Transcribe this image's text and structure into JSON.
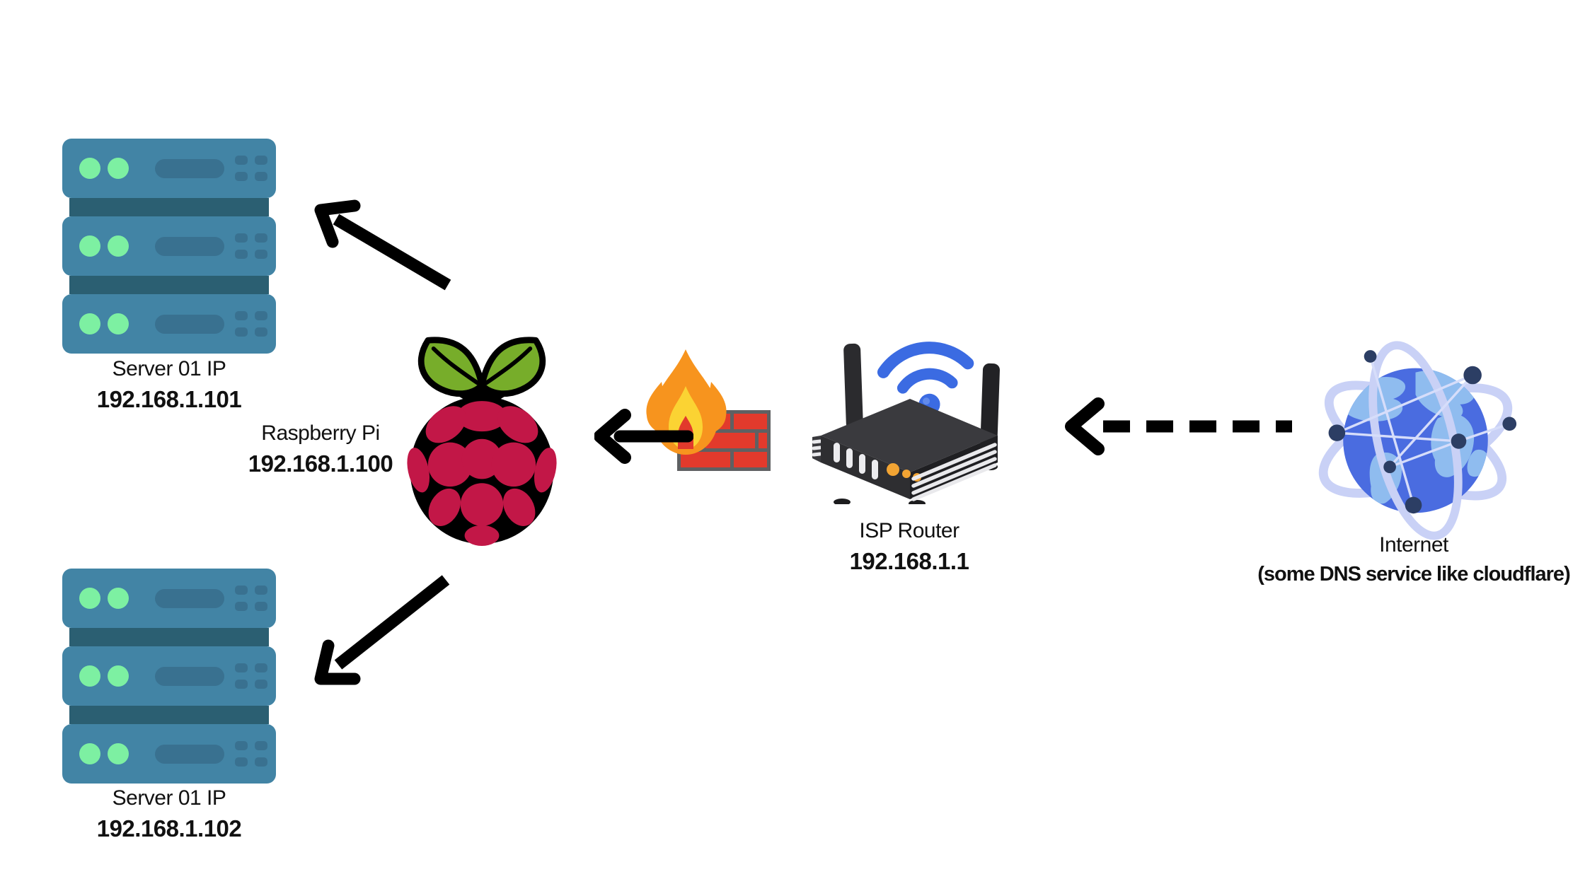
{
  "diagram_type": "network-topology",
  "nodes": {
    "server_top": {
      "name": "Server 01 IP",
      "ip": "192.168.1.101"
    },
    "server_bottom": {
      "name": "Server 01 IP",
      "ip": "192.168.1.102"
    },
    "raspberry_pi": {
      "name": "Raspberry Pi",
      "ip": "192.168.1.100"
    },
    "isp_router": {
      "name": "ISP Router",
      "ip": "192.168.1.1"
    },
    "internet": {
      "name": "Internet",
      "sublabel": "(some DNS service like cloudflare)"
    },
    "firewall": {
      "icon": "firewall-icon"
    }
  },
  "icons": {
    "server": "server-rack-icon",
    "raspberry": "raspberry-pi-icon",
    "firewall": "firewall-icon",
    "router": "wifi-router-icon",
    "wifi": "wifi-signal-icon",
    "internet": "globe-network-icon"
  },
  "connections": [
    {
      "from": "internet",
      "to": "isp_router",
      "style": "dashed-arrow"
    },
    {
      "from": "isp_router",
      "to": "raspberry_pi",
      "style": "solid-arrow",
      "through": "firewall"
    },
    {
      "from": "raspberry_pi",
      "to": "server_top",
      "style": "solid-arrow"
    },
    {
      "from": "raspberry_pi",
      "to": "server_bottom",
      "style": "solid-arrow"
    }
  ],
  "colors": {
    "background": "#ffffff",
    "server_body": "#4284A5",
    "server_dark": "#2B5F72",
    "server_led_green": "#7DF0A2",
    "raspberry_red": "#C21747",
    "raspberry_leaf_green": "#77AD2A",
    "flame_orange": "#F7941E",
    "flame_yellow": "#FBD333",
    "brick_red": "#E23A2C",
    "mortar_gray": "#5F6062",
    "router_body": "#2E2E31",
    "wifi_blue": "#3B6BE2",
    "globe_blue": "#4A6CE0",
    "globe_land": "#8FBCEF",
    "orbit_ring": "#C9D1F6",
    "network_node": "#2C3E64",
    "arrow_black": "#000000"
  }
}
